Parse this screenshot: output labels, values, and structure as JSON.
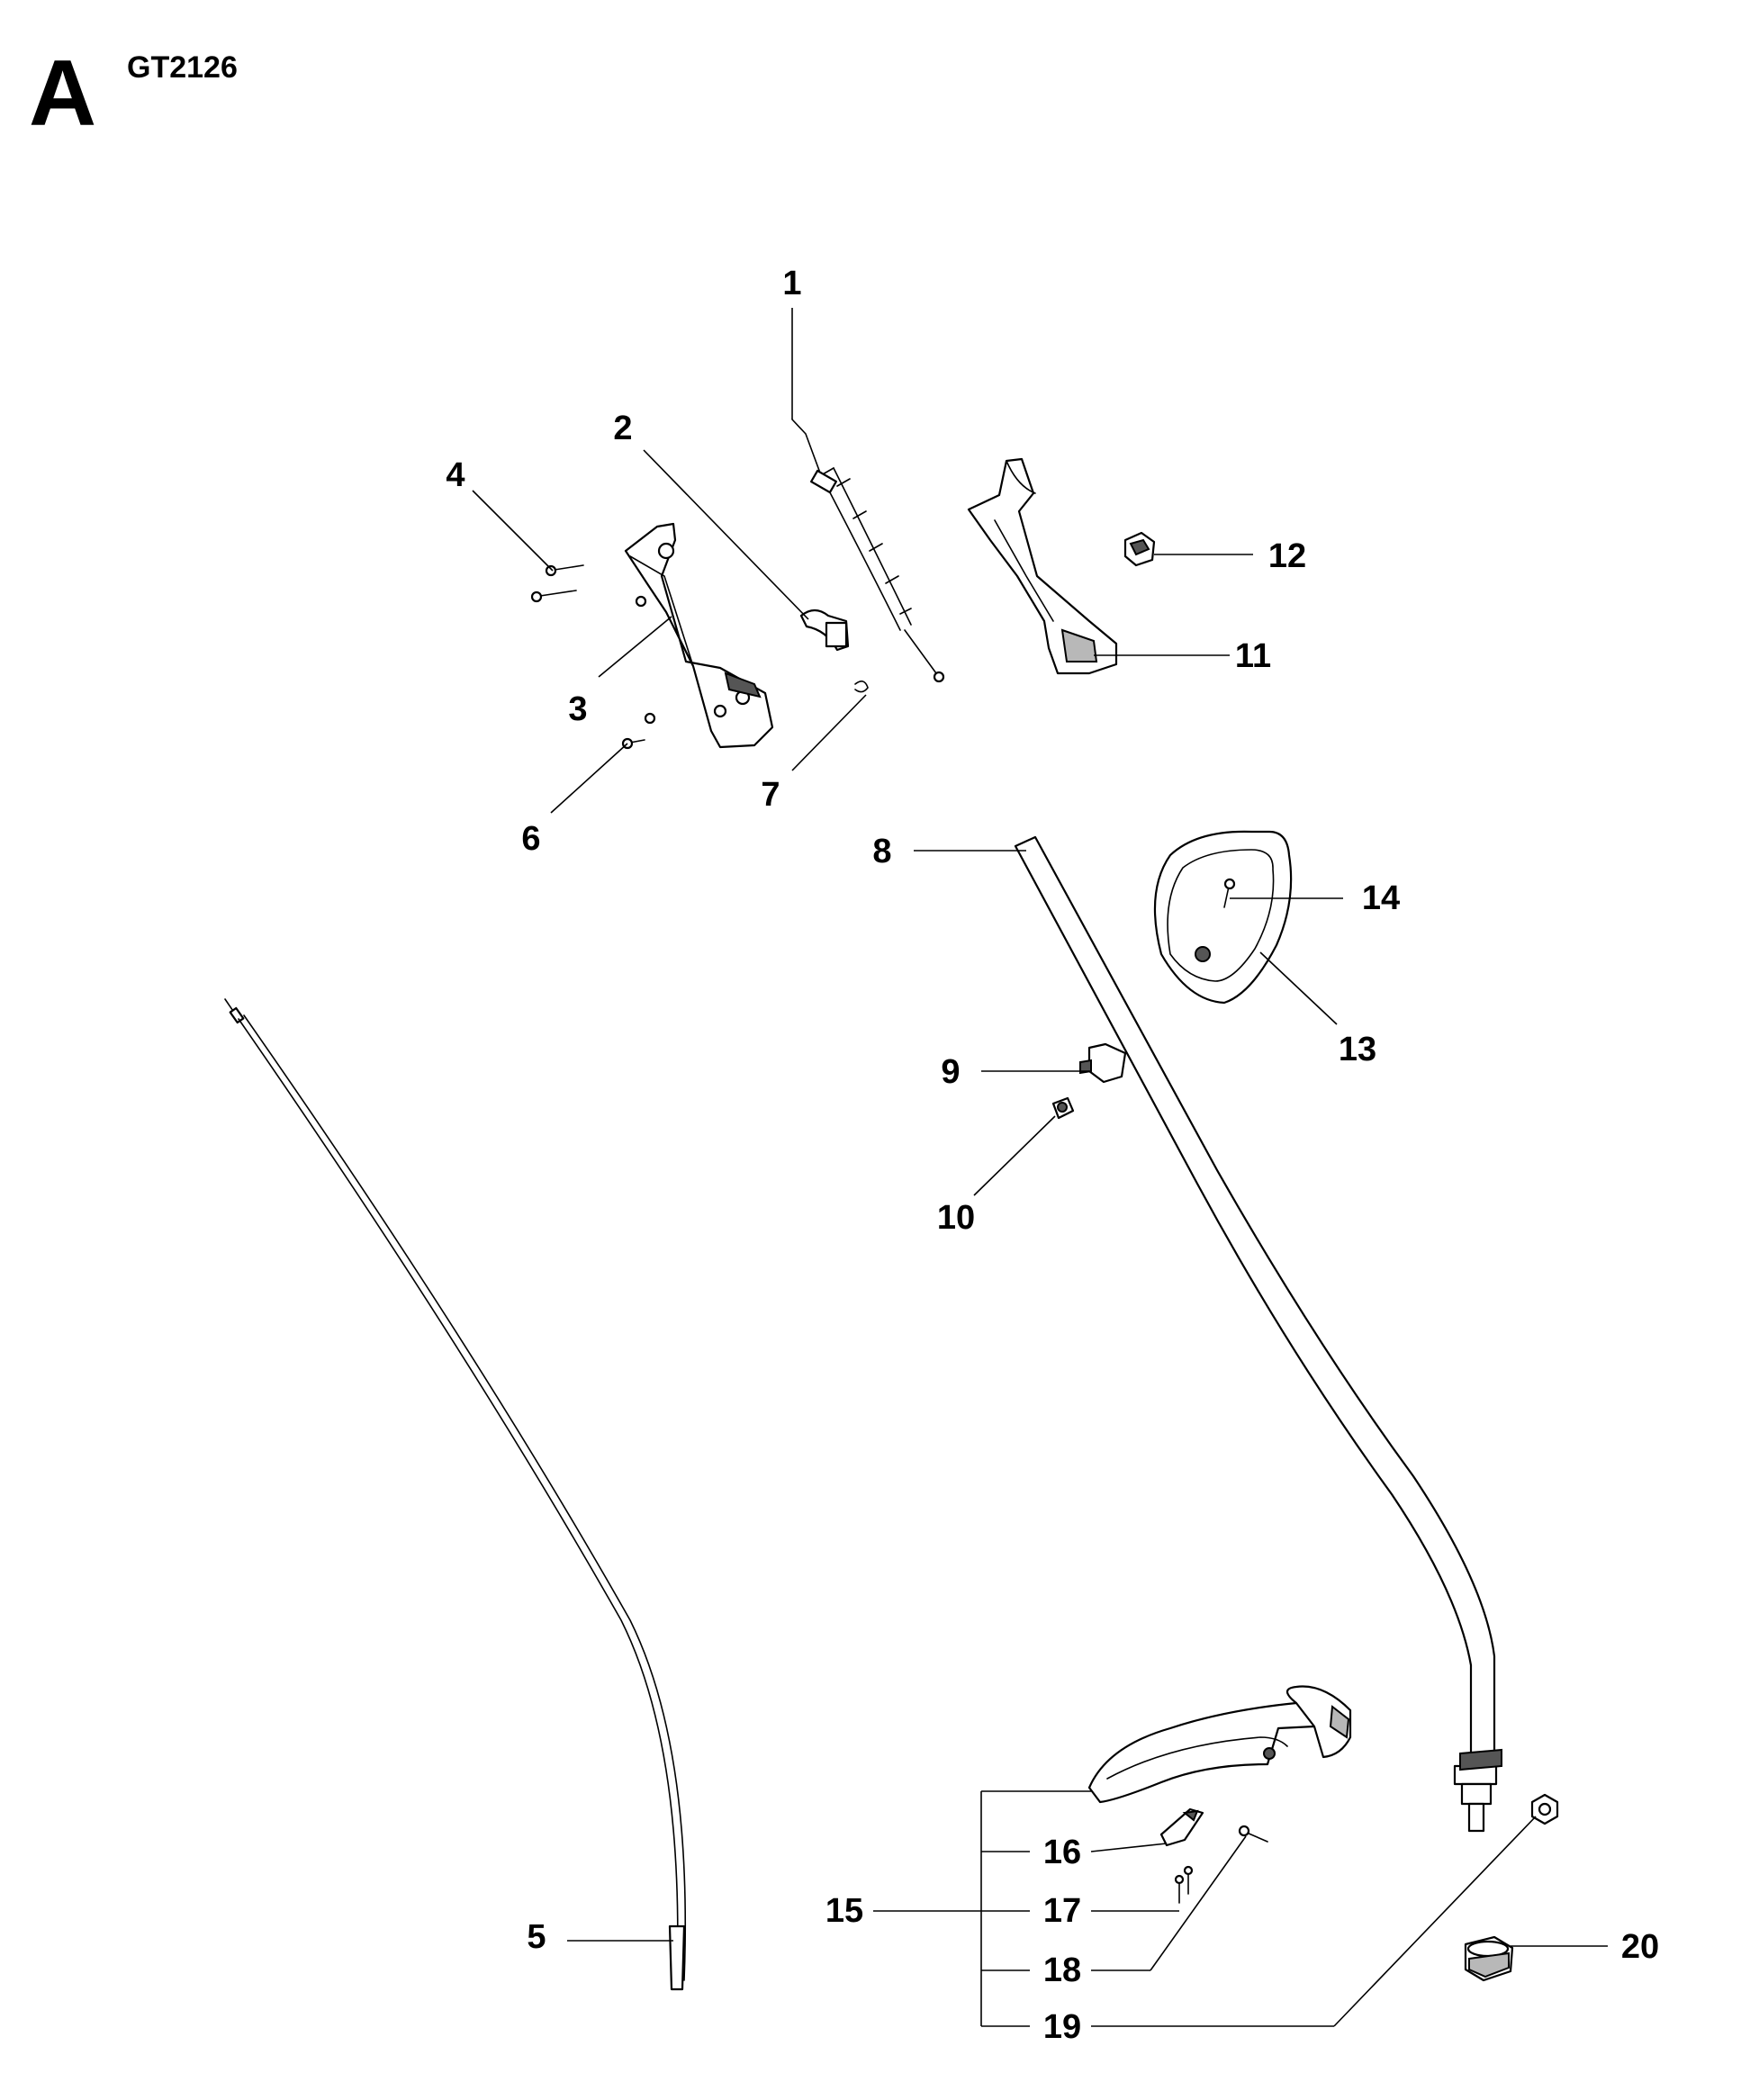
{
  "header": {
    "section_letter": "A",
    "model": "GT2126"
  },
  "callouts": {
    "c1": "1",
    "c2": "2",
    "c3": "3",
    "c4": "4",
    "c5": "5",
    "c6": "6",
    "c7": "7",
    "c8": "8",
    "c9": "9",
    "c10": "10",
    "c11": "11",
    "c12": "12",
    "c13": "13",
    "c14": "14",
    "c15": "15",
    "c16": "16",
    "c17": "17",
    "c18": "18",
    "c19": "19",
    "c20": "20"
  }
}
